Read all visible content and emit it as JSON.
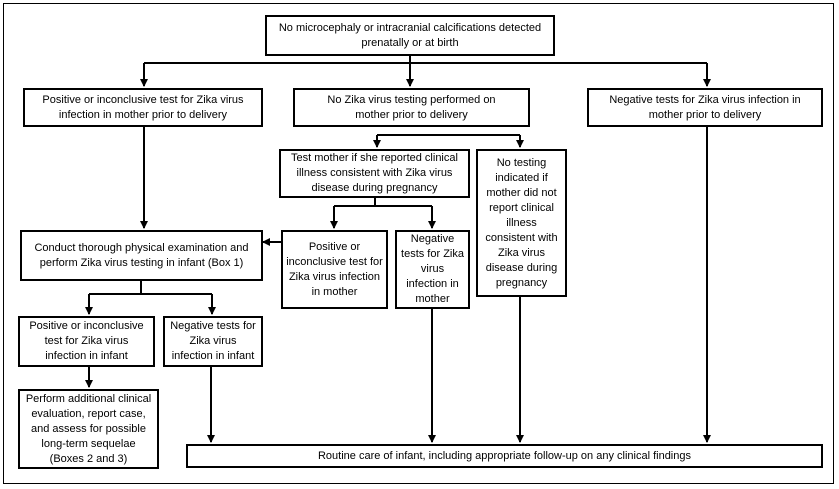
{
  "boxes": {
    "top": "No microcephaly or intracranial calcifications detected prenatally or at birth",
    "positive_mother": "Positive or inconclusive test for Zika virus infection in mother prior to delivery",
    "no_testing_mother": "No Zika virus testing performed on mother prior to delivery",
    "negative_mother": "Negative tests for Zika virus infection in mother prior to delivery",
    "test_mother_if_illness": "Test mother if she reported clinical illness consistent with Zika virus disease during pregnancy",
    "no_testing_indicated": "No testing indicated if mother did not report clinical illness consistent with Zika virus disease during pregnancy",
    "conduct_exam": "Conduct thorough physical examination and perform Zika virus testing in infant (Box 1)",
    "positive_mother_test": "Positive or inconclusive test for Zika virus infection in mother",
    "negative_mother_test": "Negative tests for Zika virus infection in mother",
    "positive_infant": "Positive or inconclusive test for Zika virus infection in infant",
    "negative_infant": "Negative tests for Zika virus infection in infant",
    "perform_additional": "Perform additional clinical evaluation, report case, and assess for possible long-term sequelae (Boxes 2 and 3)",
    "routine_care": "Routine care of infant, including appropriate follow-up on any clinical findings"
  }
}
